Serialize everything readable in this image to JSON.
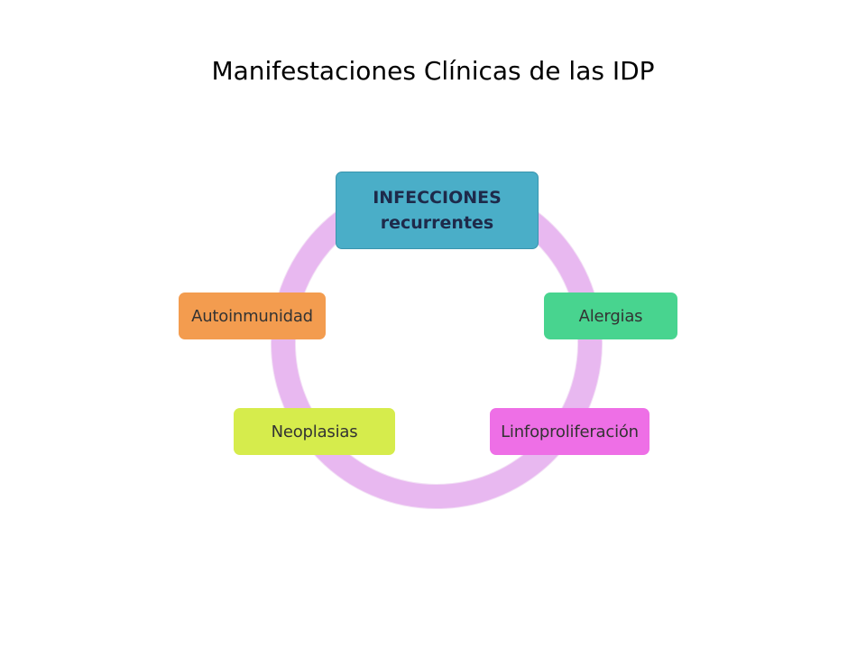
{
  "slide": {
    "title": "Manifestaciones Clínicas de las IDP"
  },
  "diagram": {
    "cycle_color": "#e8b8f0",
    "nodes": [
      {
        "id": "infecciones",
        "line1": "INFECCIONES",
        "line2": "recurrentes",
        "color": "#4aaec8"
      },
      {
        "id": "alergias",
        "label": "Alergias",
        "color": "#48d48f"
      },
      {
        "id": "linfoproliferacion",
        "label": "Linfoproliferación",
        "color": "#ee6fe6"
      },
      {
        "id": "neoplasias",
        "label": "Neoplasias",
        "color": "#d6ec4c"
      },
      {
        "id": "autoinmunidad",
        "label": "Autoinmunidad",
        "color": "#f39c4f"
      }
    ]
  }
}
